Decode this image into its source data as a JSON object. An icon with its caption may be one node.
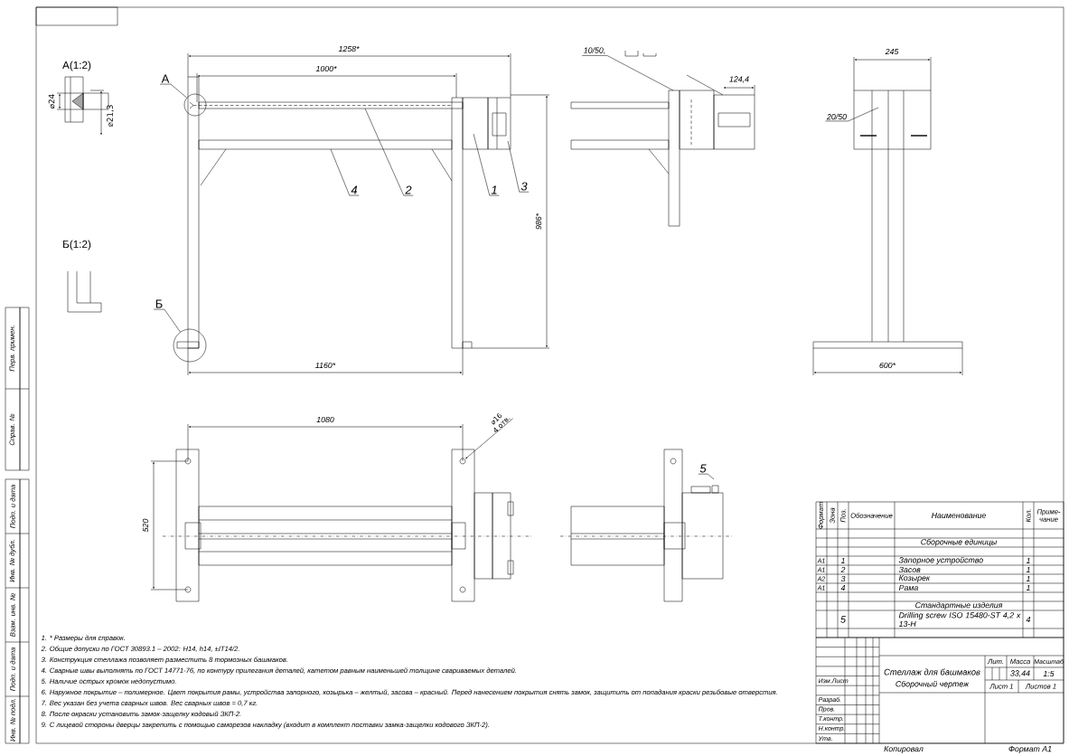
{
  "diagram": {
    "nodes": [
      {
        "text": [
          "А"
        ]
      },
      {
        "text": [
          "10/50,"
        ]
      },
      {
        "text": [
          "4"
        ]
      },
      {
        "text": [
          "2"
        ]
      },
      {
        "text": [
          "1"
        ]
      },
      {
        "text": [
          "3"
        ]
      },
      {
        "text": [
          "20/50"
        ]
      },
      {
        "text": [
          "Б"
        ]
      },
      {
        "text": [
          "⌀16",
          "4 отв."
        ]
      },
      {
        "text": [
          "5"
        ]
      },
      {
        "text": [],
        "shape": "circle"
      },
      {
        "text": [],
        "shape": "circle"
      },
      {
        "text": [],
        "shape": "circle"
      }
    ],
    "edges": [
      {
        "from": 0,
        "to": 10,
        "arrow": "none"
      },
      {
        "from": 1,
        "to": null,
        "arrow": "none"
      },
      {
        "from": 2,
        "to": null,
        "arrow": "none"
      },
      {
        "from": 3,
        "to": null,
        "arrow": "none"
      },
      {
        "from": 4,
        "to": null,
        "arrow": "none"
      },
      {
        "from": 5,
        "to": null,
        "arrow": "none"
      },
      {
        "from": 6,
        "to": null,
        "arrow": "none"
      },
      {
        "from": 7,
        "to": 11,
        "arrow": "none"
      },
      {
        "from": 8,
        "to": 12,
        "arrow": "to"
      },
      {
        "from": 9,
        "to": null,
        "arrow": "none"
      }
    ],
    "labels": [
      "А(1:2)",
      "⌀24",
      "⌀21,3",
      "1258*",
      "1000*",
      "124,4",
      "245",
      "986*",
      "Б(1:2)",
      "1160*",
      "600*",
      "1080",
      "520",
      "Формат",
      "Зона",
      "Поз.",
      "Обозначение",
      "Наименование",
      "Кол.",
      "Приме- чание",
      "Сборочные единицы",
      "А1",
      "1",
      "Запорное устройство",
      "1",
      "А1",
      "2",
      "Засов",
      "1",
      "А2",
      "3",
      "Козырек",
      "1",
      "А1",
      "4",
      "Рама",
      "1",
      "Стандартные изделия",
      "5",
      "Drilling screw ISO 15480-ST 4,2 x 13-H",
      "4",
      "1. * Размеры для справок.",
      "2. Общие допуски по ГОСТ 30893.1 – 2002: H14, h14, ±IT14/2.",
      "3. Конструкция стеллажа позволяет разместить 8 тормозных башмаков.",
      "4. Сварные швы выполнять по ГОСТ 14771-76, по контуру прилегания деталей, катетом равным наименьшей толщине свариваемых деталей.",
      "5. Наличие острых кромок недопустимо.",
      "6. Наружное покрытие – полимерное. Цвет покрытия рамы, устройства запорного, козырька – желтый, засова – красный. Перед нанесением покрытия снять замок, защитить от попадания краски резьбовые отверстия.",
      "7. Вес указан без учета сварных швов. Вес сварных швов = 0,7 кг.",
      "8. После окраски установить замок-защелку кодовый ЗКП-2.",
      "9. С лицевой стороны дверцы закрепить с помощью саморезов накладку (входит в комплект поставки замка-защелки кодового ЗКП-2).",
      "Изм.Лист",
      "Разраб.",
      "Пров.",
      "Т.контр.",
      "Н.контр.",
      "Утв.",
      "Стеллаж для башмаков",
      "Сборочный чертеж",
      "Лит.",
      "Масса",
      "Масштаб",
      "33,44",
      "1:5",
      "Лист 1",
      "Листов 1",
      "Копировал",
      "Формат А1",
      "Перв. примен.",
      "Справ. №",
      "Подп. и дата",
      "Инв. № дубл.",
      "Взам. инв. №",
      "Подп. и дата",
      "Инв. № подл."
    ]
  }
}
